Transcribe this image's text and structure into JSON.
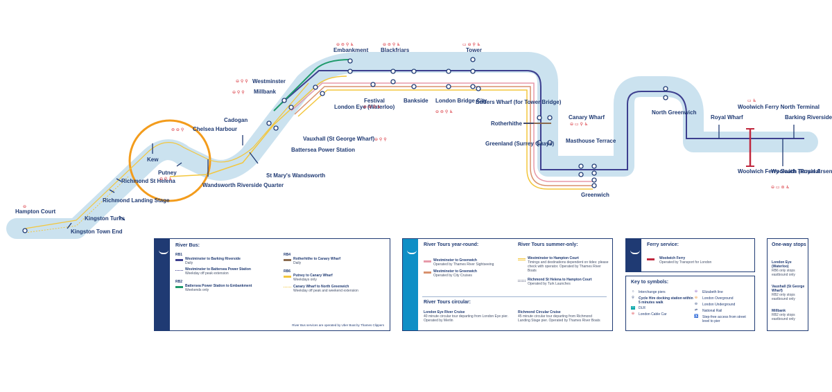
{
  "map": {
    "river_color": "#cbe2ef",
    "line_colors": {
      "RB1": "#3d3f8f",
      "RB2": "#1f9a6b",
      "RB4": "#8a6a4e",
      "RB6": "#f3c63c",
      "west_bands": [
        "#e79aa9",
        "#d8916d",
        "#f3c63c"
      ],
      "ferry": "#c0273d"
    },
    "piers": {
      "hampton_court": "Hampton Court",
      "kingston_town_end": "Kingston Town End",
      "kingston_turks": "Kingston Turks",
      "richmond_landing_stage": "Richmond Landing Stage",
      "richmond_st_helena": "Richmond St Helena",
      "kew": "Kew",
      "putney": "Putney",
      "wandsworth": "Wandsworth Riverside Quarter",
      "chelsea_harbour": "Chelsea Harbour",
      "cadogan": "Cadogan",
      "st_marys": "St Mary's Wandsworth",
      "battersea_power_station": "Battersea Power Station",
      "vauxhall": "Vauxhall (St George Wharf)",
      "millbank": "Millbank",
      "westminster": "Westminster",
      "london_eye": "London Eye (Waterloo)",
      "embankment": "Embankment",
      "festival": "Festival",
      "blackfriars": "Blackfriars",
      "bankside": "Bankside",
      "london_bridge_city": "London Bridge City",
      "tower": "Tower",
      "butlers_wharf": "Butlers Wharf (for Tower Bridge)",
      "rotherhithe": "Rotherhithe",
      "greenland": "Greenland (Surrey Quays)",
      "canary_wharf": "Canary Wharf",
      "masthouse_terrace": "Masthouse Terrace",
      "greenwich": "Greenwich",
      "north_greenwich": "North Greenwich",
      "royal_wharf": "Royal Wharf",
      "woolwich_north": "Woolwich Ferry North Terminal",
      "woolwich_south": "Woolwich Ferry South Terminal",
      "woolwich_royal_arsenal": "Woolwich (Royal Arsenal)",
      "barking_riverside": "Barking Riverside"
    }
  },
  "river_bus": {
    "title": "River Bus:",
    "items": [
      {
        "code": "RB1",
        "name": "Westminster to Barking Riverside",
        "note": "Daily"
      },
      {
        "code": "",
        "name": "Westminster to Battersea Power Station",
        "note": "Weekday off peak extension"
      },
      {
        "code": "RB2",
        "name": "Battersea Power Station to Embankment",
        "note": "Weekends only"
      },
      {
        "code": "RB4",
        "name": "Rotherhithe to Canary Wharf",
        "note": "Daily"
      },
      {
        "code": "RB6",
        "name": "Putney to Canary Wharf",
        "note": "Weekdays only"
      },
      {
        "code": "",
        "name": "Canary Wharf to North Greenwich",
        "note": "Weekday off peak and weekend extension"
      }
    ],
    "footer": "River Bus services are operated by Uber Boat by Thames Clippers"
  },
  "river_tours": {
    "title_year": "River Tours year-round:",
    "title_summer": "River Tours summer-only:",
    "title_circular": "River Tours circular:",
    "year_round": [
      {
        "name": "Westminster to Greenwich",
        "note": "Operated by Thames River Sightseeing"
      },
      {
        "name": "Westminster to Greenwich",
        "note": "Operated by City Cruises"
      }
    ],
    "summer": [
      {
        "name": "Westminster to Hampton Court",
        "note": "Timings and destinations dependent on tides: please check with operator. Operated by Thames River Boats"
      },
      {
        "name": "Richmond St Helena to Hampton Court",
        "note": "Operated by Turk Launches"
      }
    ],
    "circular": [
      {
        "name": "London Eye River Cruise",
        "note": "40 minute circular tour departing from London Eye pier. Operated by Merlin"
      },
      {
        "name": "Richmond Circular Cruise",
        "note": "45 minute circular tour departing from Richmond Landing Stage pier. Operated by Thames River Boats"
      }
    ]
  },
  "ferry": {
    "title": "Ferry service:",
    "name": "Woolwich Ferry",
    "note": "Operated by Transport for London"
  },
  "key": {
    "title": "Key to symbols:",
    "left": [
      "Interchange piers",
      "Cycle Hire docking station within 5 minutes walk",
      "DLR",
      "London Cable Car"
    ],
    "right": [
      "Elizabeth line",
      "London Overground",
      "London Underground",
      "National Rail",
      "Step-free access from street level to pier"
    ]
  },
  "oneway": {
    "title": "One-way stops",
    "items": [
      {
        "name": "London Eye (Waterloo)",
        "note": "RB6 only stops eastbound only"
      },
      {
        "name": "Vauxhall (St George Wharf)",
        "note": "RB2 only stops eastbound only"
      },
      {
        "name": "Millbank",
        "note": "RB2 only stops eastbound only"
      }
    ]
  }
}
